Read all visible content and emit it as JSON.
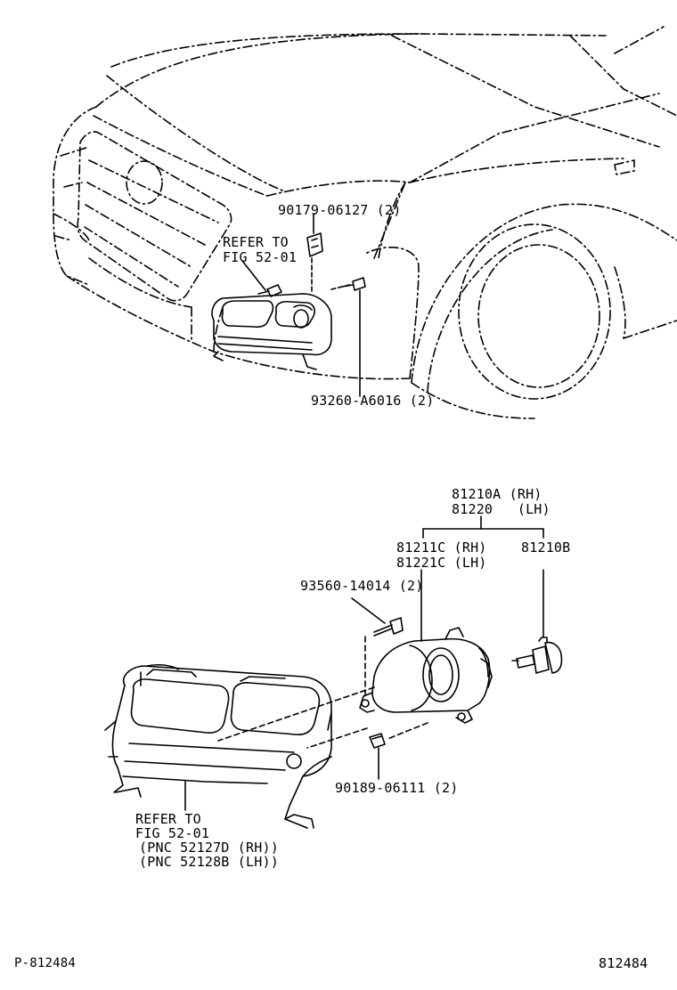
{
  "callouts_upper": {
    "part_90179": "90179-06127 (2)",
    "refer_line1": "REFER TO",
    "refer_line2": "FIG 52-01",
    "part_93260": "93260-A6016 (2)"
  },
  "callouts_lower": {
    "part_81210a": "81210A (RH)",
    "part_81220": "81220   (LH)",
    "part_81211c": "81211C (RH)",
    "part_81221c": "81221C (LH)",
    "part_81210b": "81210B",
    "part_93560": "93560-14014 (2)",
    "part_90189": "90189-06111 (2)",
    "refer_line1": "REFER TO",
    "refer_line2": "FIG 52-01",
    "pnc_rh": "(PNC 52127D (RH))",
    "pnc_lh": "(PNC 52128B (LH))"
  },
  "footer": {
    "page_code": "P-812484",
    "illustration_number": "812484"
  }
}
